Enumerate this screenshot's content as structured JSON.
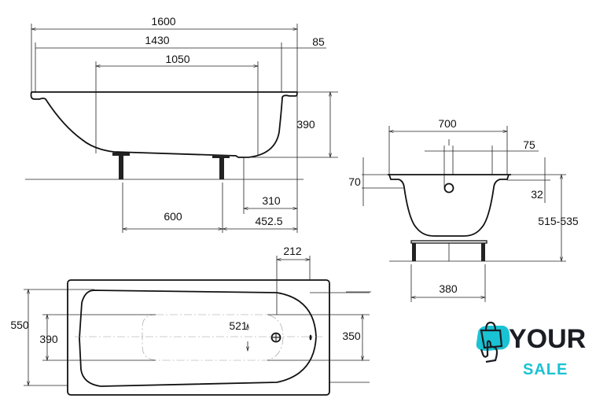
{
  "side_view": {
    "length_total": "1600",
    "length_inner": "1430",
    "rim_offset": "85",
    "bottom_length": "1050",
    "depth": "390",
    "leg_spacing": "600",
    "drain_offset": "310",
    "leg_to_end": "452.5"
  },
  "end_view": {
    "width": "700",
    "overflow_offset": "75",
    "rim_height": "70",
    "rim_thickness": "32",
    "total_height": "515-535",
    "leg_width": "380"
  },
  "plan_view": {
    "overflow_distance": "212",
    "outer_width": "550",
    "inner_width_left": "390",
    "drain_offset": "521",
    "inner_width_right": "350"
  },
  "logo": {
    "line1": "YOUR",
    "line2": "SALE",
    "accent_color": "#19c3d3",
    "dark_color": "#1b1d24"
  }
}
